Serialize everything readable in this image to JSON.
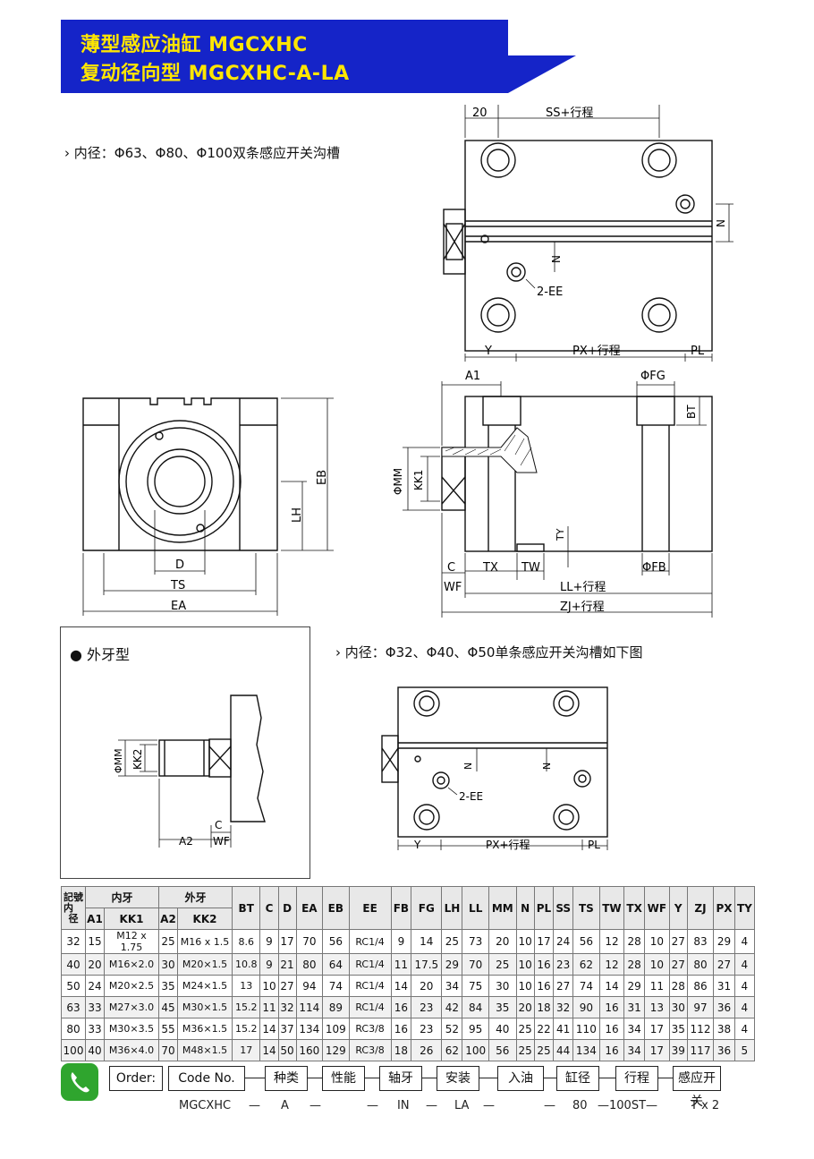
{
  "header": {
    "line1": "薄型感应油缸  MGCXHC",
    "line2": "复动径向型  MGCXHC-A-LA"
  },
  "notes": {
    "large": "› 内径：Φ63、Φ80、Φ100双条感应开关沟槽",
    "small": "› 内径：Φ32、Φ40、Φ50单条感应开关沟槽如下图",
    "external": "● 外牙型"
  },
  "labels": {
    "top": {
      "a20": "20",
      "ss": "SS+行程",
      "n1": "N",
      "n2": "N",
      "ee": "2-EE",
      "y": "Y",
      "px": "PX+行程",
      "pl": "PL"
    },
    "side": {
      "a1": "A1",
      "fg": "ΦFG",
      "bt": "BT",
      "mm": "ΦMM",
      "kk1": "KK1",
      "ty": "TY",
      "c": "C",
      "tx": "TX",
      "tw": "TW",
      "fb": "ΦFB",
      "wf": "WF",
      "ll": "LL+行程",
      "zj": "ZJ+行程"
    },
    "front": {
      "eb": "EB",
      "lh": "LH",
      "d": "D",
      "ts": "TS",
      "ea": "EA"
    },
    "ext": {
      "mm": "ΦMM",
      "kk2": "KK2",
      "c": "C",
      "a2": "A2",
      "wf": "WF"
    },
    "small": {
      "n": "N",
      "ee": "2-EE",
      "y": "Y",
      "px": "PX+行程",
      "pl": "PL"
    }
  },
  "table": {
    "corner_top": "記號",
    "corner_mid": "内",
    "corner_bot": "径",
    "group_inner": "内牙",
    "group_outer": "外牙",
    "sub": [
      "A1",
      "KK1",
      "A2",
      "KK2"
    ],
    "cols": [
      "BT",
      "C",
      "D",
      "EA",
      "EB",
      "EE",
      "FB",
      "FG",
      "LH",
      "LL",
      "MM",
      "N",
      "PL",
      "SS",
      "TS",
      "TW",
      "TX",
      "WF",
      "Y",
      "ZJ",
      "PX",
      "TY"
    ],
    "rows": [
      [
        "32",
        "15",
        "M12 x 1.75",
        "25",
        "M16 x 1.5",
        "8.6",
        "9",
        "17",
        "70",
        "56",
        "RC1/4",
        "9",
        "14",
        "25",
        "73",
        "20",
        "10",
        "17",
        "24",
        "56",
        "12",
        "28",
        "10",
        "27",
        "83",
        "29",
        "4"
      ],
      [
        "40",
        "20",
        "M16×2.0",
        "30",
        "M20×1.5",
        "10.8",
        "9",
        "21",
        "80",
        "64",
        "RC1/4",
        "11",
        "17.5",
        "29",
        "70",
        "25",
        "10",
        "16",
        "23",
        "62",
        "12",
        "28",
        "10",
        "27",
        "80",
        "27",
        "4"
      ],
      [
        "50",
        "24",
        "M20×2.5",
        "35",
        "M24×1.5",
        "13",
        "10",
        "27",
        "94",
        "74",
        "RC1/4",
        "14",
        "20",
        "34",
        "75",
        "30",
        "10",
        "16",
        "27",
        "74",
        "14",
        "29",
        "11",
        "28",
        "86",
        "31",
        "4"
      ],
      [
        "63",
        "33",
        "M27×3.0",
        "45",
        "M30×1.5",
        "15.2",
        "11",
        "32",
        "114",
        "89",
        "RC1/4",
        "16",
        "23",
        "42",
        "84",
        "35",
        "20",
        "18",
        "32",
        "90",
        "16",
        "31",
        "13",
        "30",
        "97",
        "36",
        "4"
      ],
      [
        "80",
        "33",
        "M30×3.5",
        "55",
        "M36×1.5",
        "15.2",
        "14",
        "37",
        "134",
        "109",
        "RC3/8",
        "16",
        "23",
        "52",
        "95",
        "40",
        "25",
        "22",
        "41",
        "110",
        "16",
        "34",
        "17",
        "35",
        "112",
        "38",
        "4"
      ],
      [
        "100",
        "40",
        "M36×4.0",
        "70",
        "M48×1.5",
        "17",
        "14",
        "50",
        "160",
        "129",
        "RC3/8",
        "18",
        "26",
        "62",
        "100",
        "56",
        "25",
        "25",
        "44",
        "134",
        "16",
        "34",
        "17",
        "39",
        "117",
        "36",
        "5"
      ]
    ]
  },
  "order": {
    "boxes": [
      "Order:",
      "Code No.",
      "种类",
      "性能",
      "轴牙",
      "安装",
      "入油",
      "缸径",
      "行程",
      "感应开关"
    ],
    "example": [
      "MGCXHC",
      "—",
      "A",
      "—",
      "—",
      "IN",
      "—",
      "LA",
      "—",
      "—",
      "80",
      "—100ST—",
      "T x 2"
    ]
  },
  "colors": {
    "banner": "#1524c8",
    "banner_text": "#ffe600",
    "phone": "#2fa52e"
  }
}
